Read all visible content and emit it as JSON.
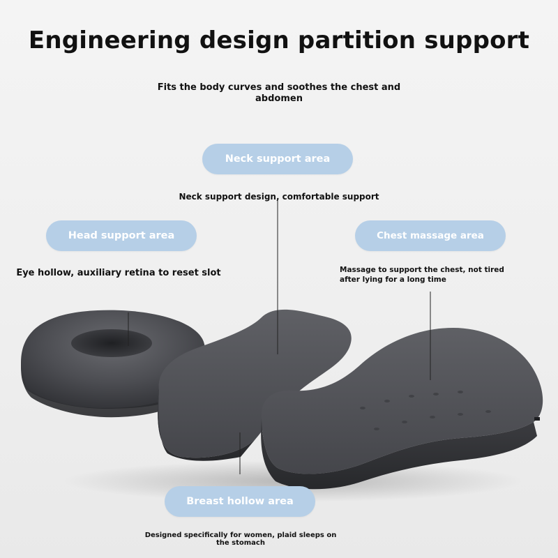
{
  "header": {
    "title": "Engineering design partition support",
    "subtitle": "Fits the body curves and soothes the chest and abdomen"
  },
  "callouts": {
    "neck": {
      "label": "Neck support area",
      "description": "Neck support design, comfortable support"
    },
    "head": {
      "label": "Head support area",
      "description": "Eye hollow, auxiliary retina to reset slot"
    },
    "chest": {
      "label": "Chest massage area",
      "description": "Massage to support the chest, not tired after lying for a long time"
    },
    "breast": {
      "label": "Breast hollow area",
      "description": "Designed specifically for women, plaid sleeps on the stomach"
    }
  },
  "colors": {
    "pill_background": "#b6cfe7",
    "pill_text": "#ffffff",
    "pillow_fabric": "#4a4b4f",
    "background": "#f0f0f0"
  }
}
